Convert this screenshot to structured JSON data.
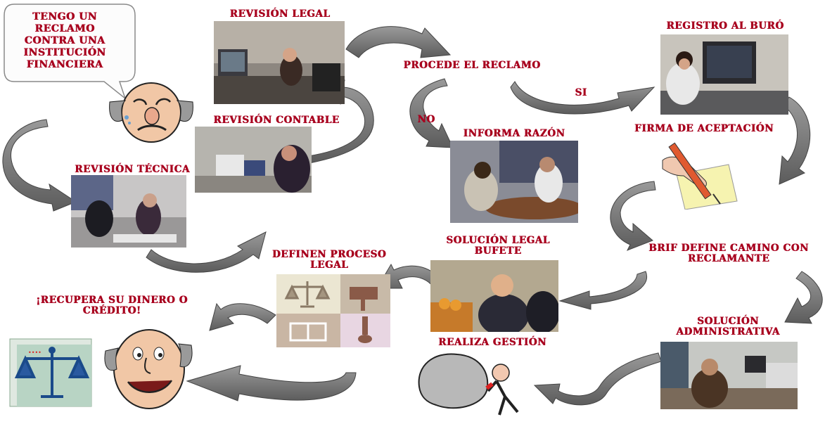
{
  "complaint_bubble": "TENGO UN RECLAMO CONTRA UNA INSTITUCIÓN FINANCIERA",
  "steps": {
    "revision_legal": "REVISIÓN LEGAL",
    "revision_contable": "REVISIÓN CONTABLE",
    "revision_tecnica": "REVISIÓN TÉCNICA",
    "procede_reclamo": "PROCEDE EL RECLAMO",
    "branch_no": "NO",
    "branch_si": "SI",
    "informa_razon": "INFORMA RAZÓN",
    "registro_buro": "REGISTRO AL BURÓ",
    "firma_aceptacion": "FIRMA DE ACEPTACIÓN",
    "brif_define": "BRIF DEFINE CAMINO CON RECLAMANTE",
    "solucion_legal": "SOLUCIÓN LEGAL BUFETE",
    "definen_proceso": "DEFINEN PROCESO LEGAL",
    "solucion_admin": "SOLUCIÓN ADMINISTRATIVA",
    "realiza_gestion": "REALIZA GESTIÓN",
    "recupera": "¡RECUPERA SU DINERO O CRÉDITO!"
  },
  "colors": {
    "label": "#a8001e",
    "arrow": "#7a7a7a"
  }
}
